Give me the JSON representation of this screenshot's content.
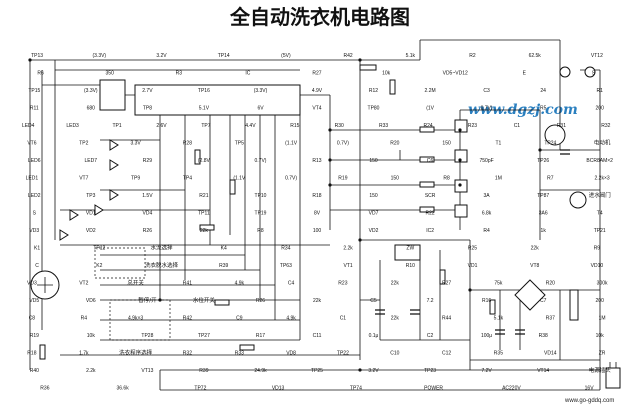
{
  "title": "全自动洗衣机电路图",
  "watermark": {
    "site": "www.dgzj.com",
    "footer": "www.go-gddq.com"
  },
  "label_rows": [
    [
      "TP13",
      "(3.3V)",
      "3.2V",
      "TP14",
      "(5V)",
      "R42",
      "5.1k",
      "R2",
      "62.5k",
      "VT12"
    ],
    [
      "R6",
      "350",
      "R3",
      "IC",
      "R27",
      "10k",
      "VD5~VD12",
      "E",
      "S"
    ],
    [
      "TP15",
      "(3.3V)",
      "2.7V",
      "TP16",
      "(3.3V)",
      "4.9V",
      "R12",
      "2.2M",
      "C3",
      "24",
      "R1"
    ],
    [
      "R11",
      "680",
      "TP8",
      "5.1V",
      "6V",
      "VT4",
      "TP80",
      "(1V",
      "0.7V)",
      "R5",
      "200"
    ],
    [
      "LED4",
      "LED3",
      "TP1",
      "2.6V",
      "TP7",
      "4.4V",
      "R15",
      "R30",
      "R33",
      "R24",
      "R23",
      "C1",
      "R31",
      "R32"
    ],
    [
      "VT6",
      "TP2",
      "3.3V",
      "R28",
      "TP5",
      "(1.1V",
      "0.7V)",
      "R20",
      "150",
      "T1",
      "TP24",
      "电动机"
    ],
    [
      "LED6",
      "LED7",
      "R29",
      "(2.8V",
      "0.7V)",
      "R13",
      "150",
      "C6",
      "750pF",
      "TP26",
      "BCR8AM×2"
    ],
    [
      "LED1",
      "VT7",
      "TP9",
      "TP4",
      "(1.1V",
      "0.7V)",
      "R19",
      "150",
      "R8",
      "1M",
      "R7",
      "2.2k×3"
    ],
    [
      "LED2",
      "TP3",
      "1.5V",
      "R21",
      "TP10",
      "R18",
      "150",
      "SCR",
      "3A",
      "TP87",
      "进水阀门"
    ],
    [
      "S",
      "VD1",
      "VD4",
      "TP11",
      "TP19",
      "8V",
      "VD7",
      "R22",
      "6.8k",
      "3A6",
      "T4"
    ],
    [
      "VD3",
      "VD2",
      "R26",
      "22k",
      "R8",
      "100",
      "VD2",
      "IC2",
      "R4",
      "1k",
      "TP21"
    ],
    [
      "K1",
      "TP12",
      "水流选择",
      "K4",
      "R34",
      "2.2k",
      "ZW",
      "R25",
      "22k",
      "R9"
    ],
    [
      "C",
      "K2",
      "洗衣脱水选择",
      "R39",
      "TP63",
      "VT1",
      "R10",
      "VD1",
      "VT8",
      "VD10"
    ],
    [
      "VD3",
      "VT2",
      "总开关",
      "R41",
      "4.9k",
      "C4",
      "R23",
      "22k",
      "R27",
      "75k",
      "R20",
      "300k"
    ],
    [
      "VD5",
      "VD6",
      "暂停/开",
      "水位开关",
      "R26",
      "22k",
      "C5",
      "7.2",
      "R16",
      "C7",
      "200"
    ],
    [
      "C8",
      "R4",
      "4.9k×3",
      "R42",
      "C9",
      "4.9k",
      "C1",
      "22k",
      "R44",
      "5.1k",
      "R37",
      "1M"
    ],
    [
      "R19",
      "10k",
      "TP28",
      "TP27",
      "R17",
      "C11",
      "0.1μ",
      "C2",
      "100μ",
      "R38",
      "10k"
    ],
    [
      "R18",
      "1.7k",
      "洗衣程序选择",
      "R32",
      "R33",
      "VD8",
      "TP22",
      "C10",
      "C12",
      "R35",
      "VD14",
      "ZR"
    ],
    [
      "R40",
      "2.2k",
      "VT13",
      "R39",
      "24.9k",
      "TP25",
      "3.2V",
      "TP23",
      "7.2V",
      "VT14",
      "电源插头"
    ],
    [
      "R36",
      "36.6k",
      "TP72",
      "VD13",
      "TP74",
      "POWER",
      "AC220V",
      "16V"
    ]
  ]
}
